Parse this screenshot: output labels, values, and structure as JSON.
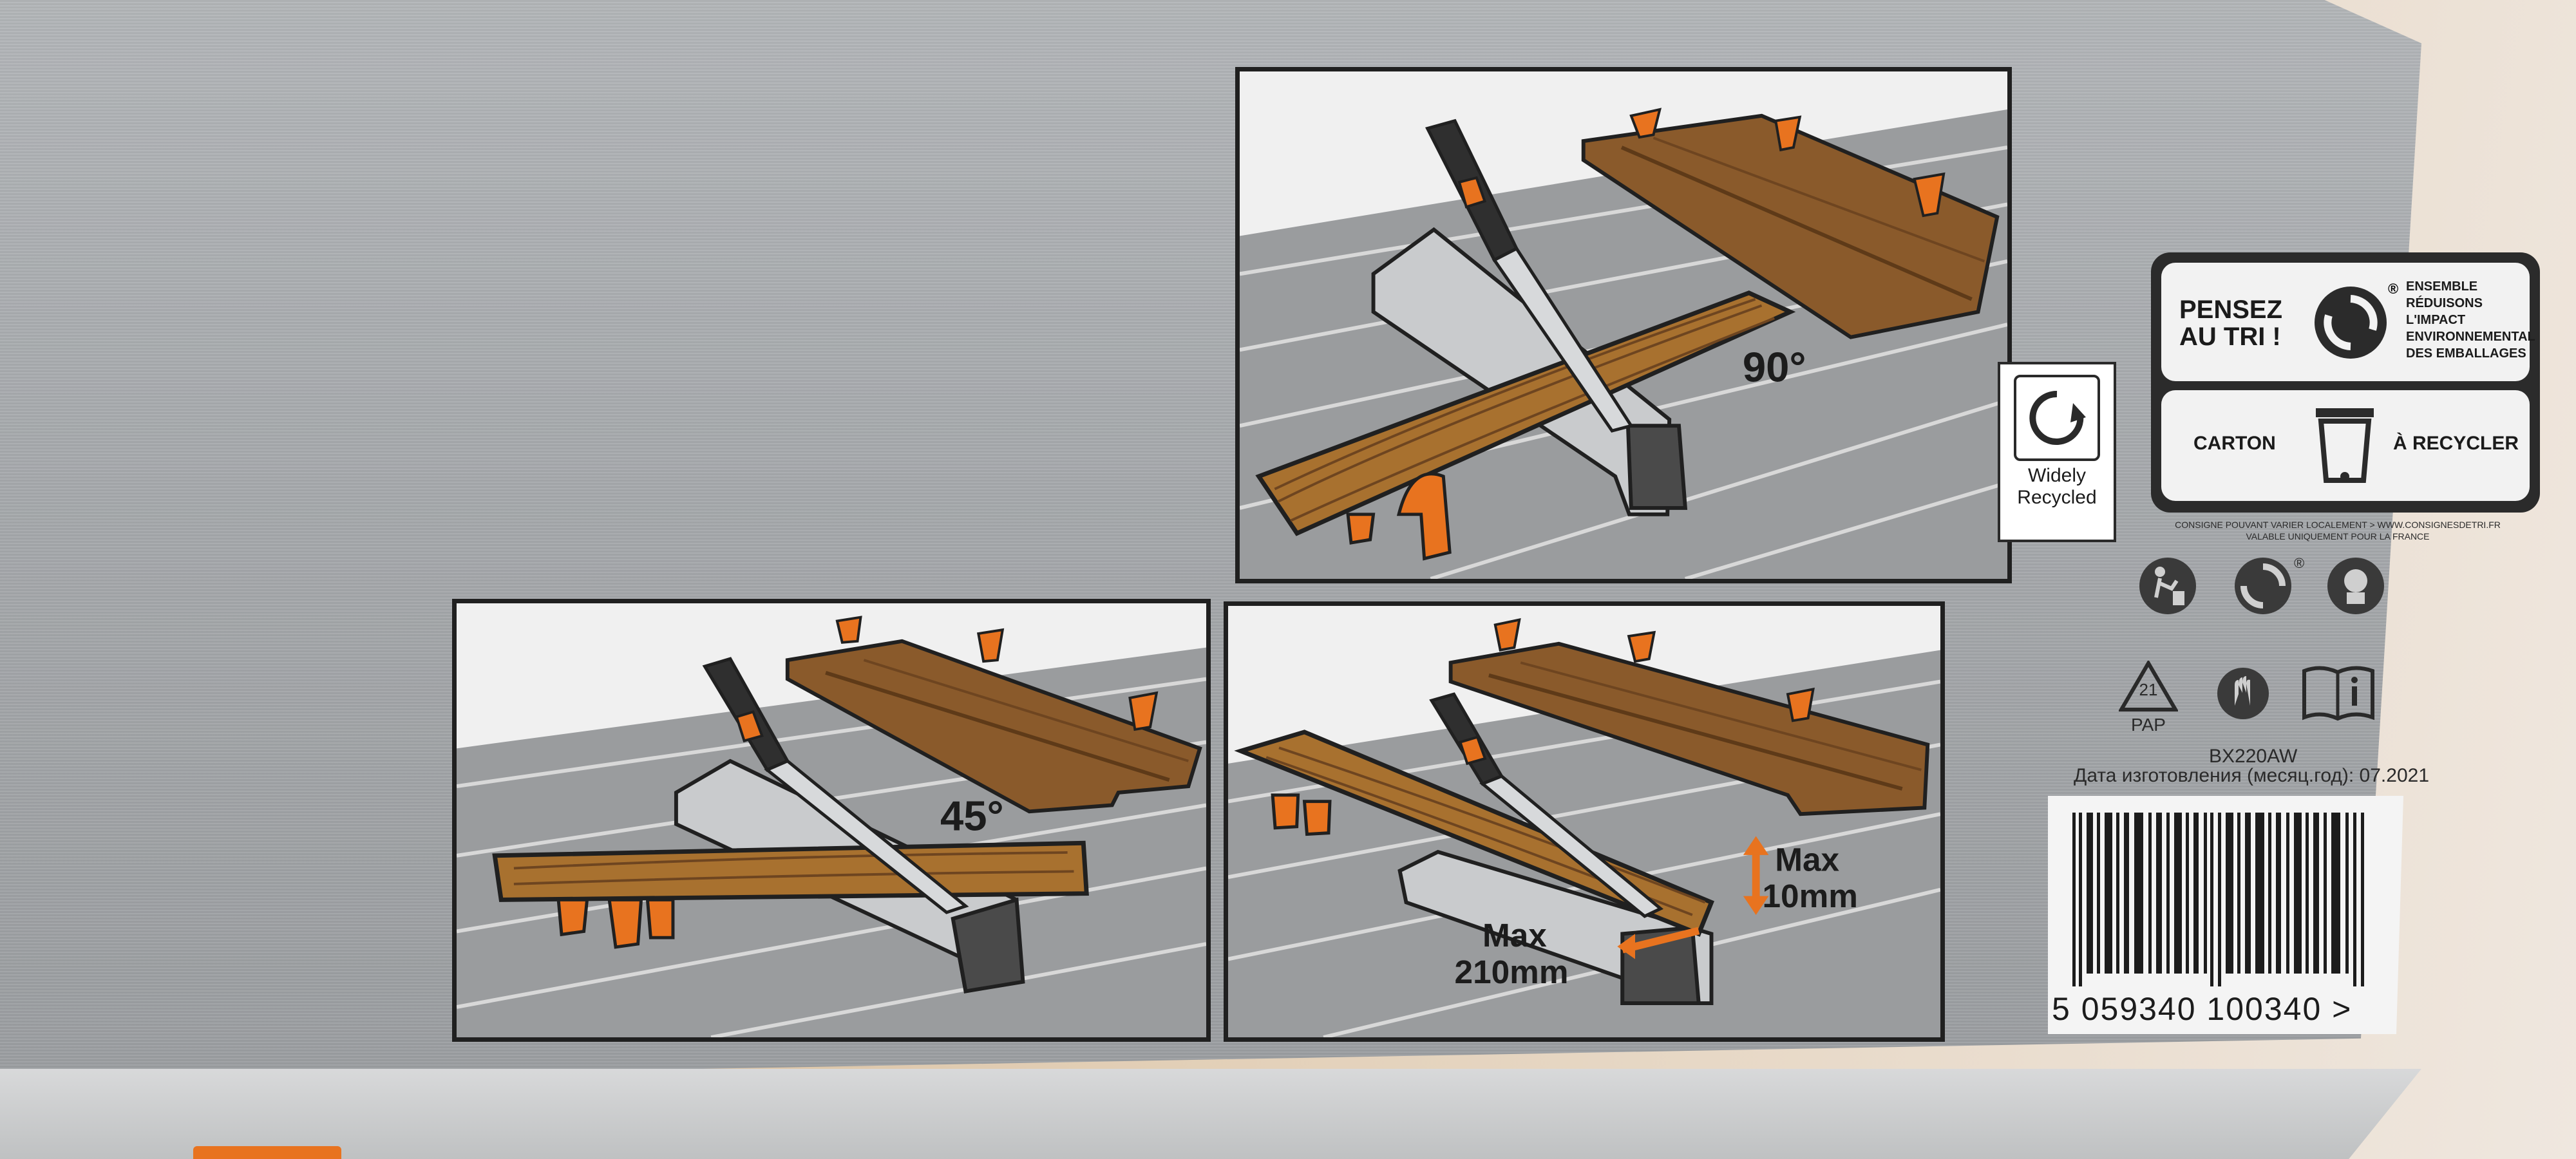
{
  "panels": {
    "cut_90": {
      "angle_label": "90°"
    },
    "cut_45": {
      "angle_label": "45°"
    },
    "capacity": {
      "thickness_line1": "Max",
      "thickness_line2": "10mm",
      "width_line1": "Max",
      "width_line2": "210mm"
    }
  },
  "recycle_badge": {
    "icon": "widely-recycled-icon",
    "line1": "Widely",
    "line2": "Recycled"
  },
  "triman": {
    "pensez_line1": "PENSEZ",
    "pensez_line2": "AU TRI !",
    "registered": "®",
    "ensemble_lines": [
      "ENSEMBLE",
      "RÉDUISONS L'IMPACT",
      "ENVIRONNEMENTAL",
      "DES EMBALLAGES"
    ],
    "carton_label": "CARTON",
    "recycler_label": "À RECYCLER",
    "consigne_line1": "CONSIGNE POUVANT VARIER LOCALEMENT > WWW.CONSIGNESDETRI.FR",
    "consigne_line2": "VALABLE UNIQUEMENT POUR LA FRANCE"
  },
  "symbols": {
    "row1": [
      "tidyman-icon",
      "green-dot-icon",
      "triman-icon"
    ],
    "row2": [
      "pap-21-recycling-icon",
      "gloves-icon",
      "read-manual-icon"
    ],
    "pap_number": "21",
    "pap_code": "PAP",
    "registered": "®"
  },
  "product": {
    "model_code": "BX220AW",
    "manufacture_date": "Дата изготовления (месяц.год): 07.2021"
  },
  "barcode": {
    "digits": "5  059340  100340  >"
  },
  "colors": {
    "accent_orange": "#e8731f",
    "wood": "#8a5a2b",
    "grey_box": "#a9acaf",
    "outline": "#202020"
  }
}
